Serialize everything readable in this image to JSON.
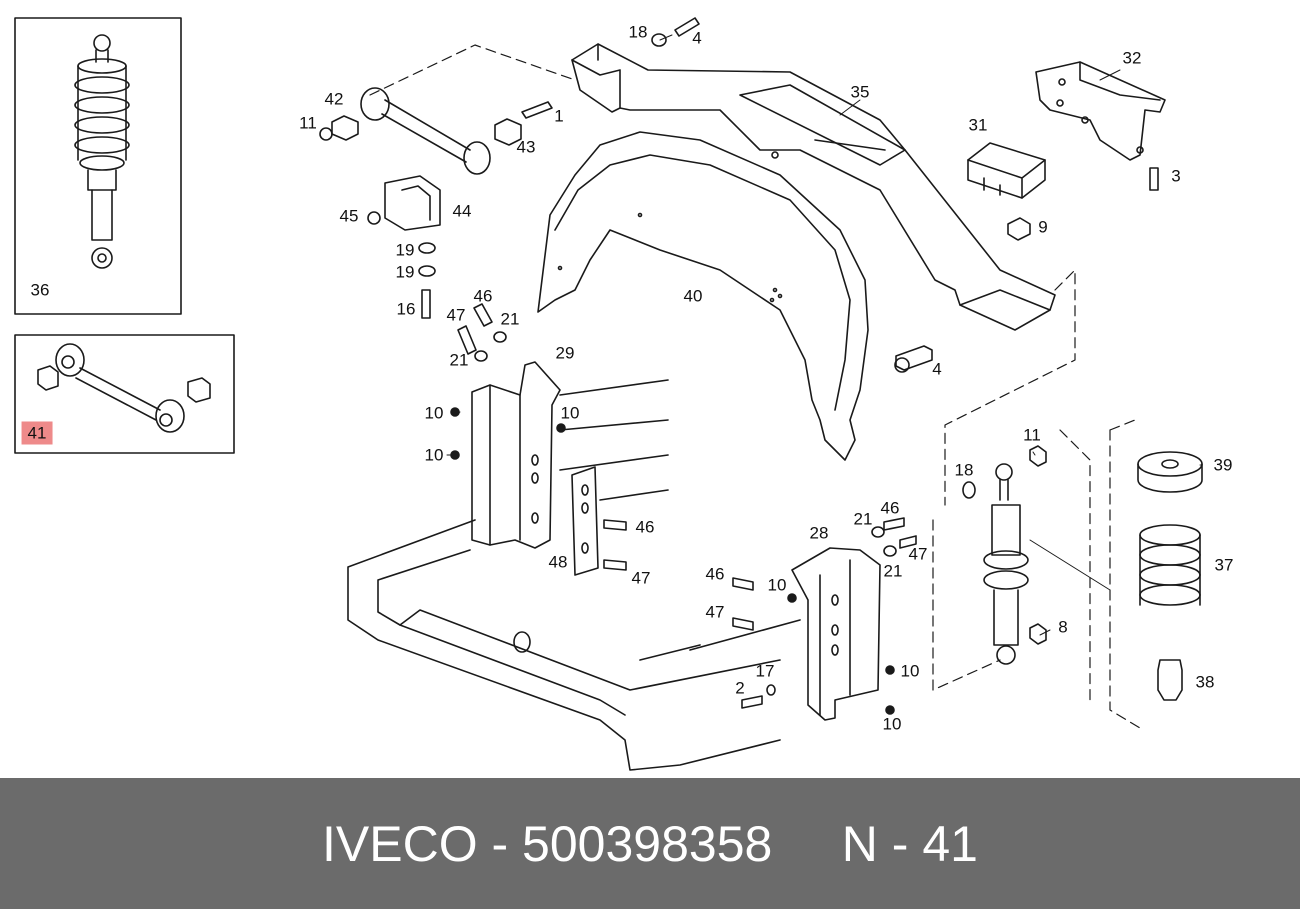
{
  "diagram": {
    "labels": [
      {
        "id": "l18a",
        "text": "18"
      },
      {
        "id": "l4a",
        "text": "4"
      },
      {
        "id": "l32",
        "text": "32"
      },
      {
        "id": "l35",
        "text": "35"
      },
      {
        "id": "l42",
        "text": "42"
      },
      {
        "id": "l11a",
        "text": "11"
      },
      {
        "id": "l1",
        "text": "1"
      },
      {
        "id": "l43",
        "text": "43"
      },
      {
        "id": "l31",
        "text": "31"
      },
      {
        "id": "l3",
        "text": "3"
      },
      {
        "id": "l45",
        "text": "45"
      },
      {
        "id": "l44",
        "text": "44"
      },
      {
        "id": "l9",
        "text": "9"
      },
      {
        "id": "l19a",
        "text": "19"
      },
      {
        "id": "l19b",
        "text": "19"
      },
      {
        "id": "l16",
        "text": "16"
      },
      {
        "id": "l47a",
        "text": "47"
      },
      {
        "id": "l46a",
        "text": "46"
      },
      {
        "id": "l21a",
        "text": "21"
      },
      {
        "id": "l40",
        "text": "40"
      },
      {
        "id": "l21b",
        "text": "21"
      },
      {
        "id": "l29",
        "text": "29"
      },
      {
        "id": "l4b",
        "text": "4"
      },
      {
        "id": "l10a",
        "text": "10"
      },
      {
        "id": "l10b",
        "text": "10"
      },
      {
        "id": "l10c",
        "text": "10"
      },
      {
        "id": "l11b",
        "text": "11"
      },
      {
        "id": "l18b",
        "text": "18"
      },
      {
        "id": "l39",
        "text": "39"
      },
      {
        "id": "l46b",
        "text": "46"
      },
      {
        "id": "l48",
        "text": "48"
      },
      {
        "id": "l47b",
        "text": "47"
      },
      {
        "id": "l28",
        "text": "28"
      },
      {
        "id": "l21c",
        "text": "21"
      },
      {
        "id": "l46c",
        "text": "46"
      },
      {
        "id": "l47c",
        "text": "47"
      },
      {
        "id": "l21d",
        "text": "21"
      },
      {
        "id": "l37",
        "text": "37"
      },
      {
        "id": "l46d",
        "text": "46"
      },
      {
        "id": "l10d",
        "text": "10"
      },
      {
        "id": "l47d",
        "text": "47"
      },
      {
        "id": "l8",
        "text": "8"
      },
      {
        "id": "l10e",
        "text": "10"
      },
      {
        "id": "l17",
        "text": "17"
      },
      {
        "id": "l2",
        "text": "2"
      },
      {
        "id": "l38",
        "text": "38"
      },
      {
        "id": "l10f",
        "text": "10"
      },
      {
        "id": "l36",
        "text": "36"
      },
      {
        "id": "l41",
        "text": "41"
      }
    ]
  },
  "footer": {
    "brand": "IVECO",
    "separator": " - ",
    "part_number": "500398358",
    "ref_prefix": "N - ",
    "ref_number": "41"
  },
  "colors": {
    "footer_bg": "#6b6b6b",
    "highlight": "#ee8a8a",
    "line": "#1a1a1a"
  }
}
